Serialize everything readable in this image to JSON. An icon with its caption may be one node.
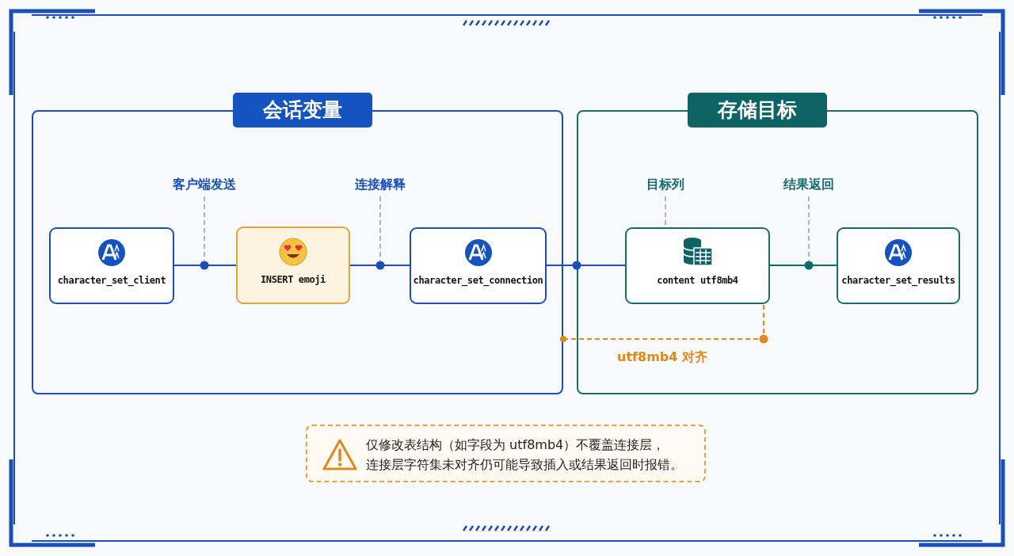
{
  "diagram": {
    "nodes": [
      {
        "text": [
          "会话变量"
        ]
      },
      {
        "text": [
          "character_set_client"
        ],
        "in": 0
      },
      {
        "text": [
          "INSERT emoji"
        ],
        "in": 0
      },
      {
        "text": [
          "character_set_connection"
        ],
        "in": 0
      },
      {
        "text": [
          "存储目标"
        ]
      },
      {
        "text": [
          "content utf8mb4"
        ],
        "in": 4
      },
      {
        "text": [
          "character_set_results"
        ],
        "in": 4
      },
      {
        "text": [
          "仅修改表结构（如字段为 utf8mb4）不覆盖连接层，连接层字符集未对齐仍可能导致插入或结果返回时报错。"
        ]
      },
      {
        "text": [
          "客户端发送"
        ],
        "in": 0
      },
      {
        "text": [
          "连接解释"
        ],
        "in": 0
      },
      {
        "text": [
          "目标列"
        ],
        "in": 4
      },
      {
        "text": [
          "结果返回"
        ],
        "in": 4
      }
    ],
    "edges": [
      {
        "from": 1,
        "to": 2,
        "arrow": "none",
        "color": "#1a4fb8"
      },
      {
        "from": 2,
        "to": 3,
        "arrow": "none",
        "color": "#1a4fb8"
      },
      {
        "from": 3,
        "to": 5,
        "arrow": "none",
        "color": "#1a4fb8"
      },
      {
        "from": 5,
        "to": 6,
        "arrow": "none",
        "color": "#0f6b6b"
      },
      {
        "from": 8,
        "to": null,
        "arrow": "none",
        "style": "dashed",
        "color": "#8a8f96"
      },
      {
        "from": 9,
        "to": null,
        "arrow": "none",
        "style": "dashed",
        "color": "#8a8f96"
      },
      {
        "from": 10,
        "to": 5,
        "arrow": "none",
        "style": "dashed",
        "color": "#8a8f96"
      },
      {
        "from": 11,
        "to": null,
        "arrow": "none",
        "style": "dashed",
        "color": "#8a8f96"
      },
      {
        "from": 0,
        "to": 5,
        "arrow": "other",
        "label": "utf8mb4 对齐",
        "style": "dashed",
        "color": "#e08a1e"
      }
    ]
  }
}
